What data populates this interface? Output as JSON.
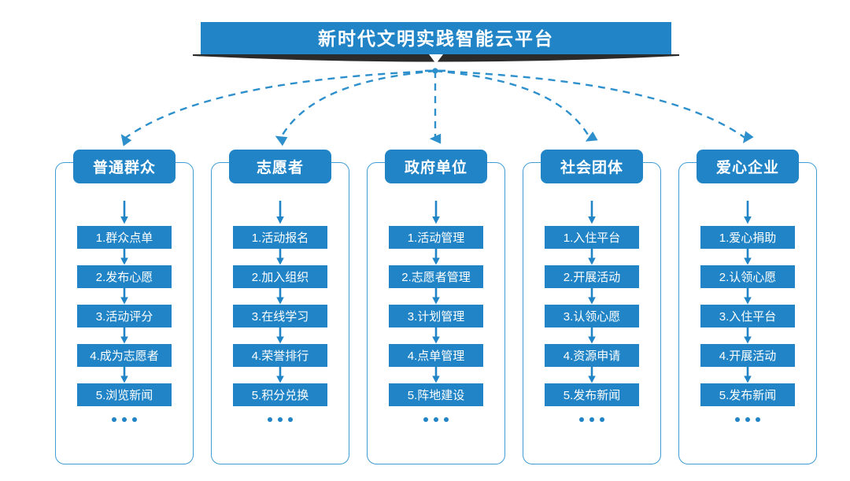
{
  "banner": {
    "title": "新时代文明实践智能云平台",
    "accent_color": "#2184c6",
    "ribbon_color": "#2b2b2b",
    "text_color": "#ffffff"
  },
  "theme": {
    "blue": "#2184c6",
    "border_blue": "#3f9bd4",
    "dashed_blue": "#2d90cc",
    "white": "#ffffff"
  },
  "ellipsis": "...",
  "columns": [
    {
      "header": "普通群众",
      "steps": [
        "1.群众点单",
        "2.发布心愿",
        "3.活动评分",
        "4.成为志愿者",
        "5.浏览新闻"
      ]
    },
    {
      "header": "志愿者",
      "steps": [
        "1.活动报名",
        "2.加入组织",
        "3.在线学习",
        "4.荣誉排行",
        "5.积分兑换"
      ]
    },
    {
      "header": "政府单位",
      "steps": [
        "1.活动管理",
        "2.志愿者管理",
        "3.计划管理",
        "4.点单管理",
        "5.阵地建设"
      ]
    },
    {
      "header": "社会团体",
      "steps": [
        "1.入住平台",
        "2.开展活动",
        "3.认领心愿",
        "4.资源申请",
        "5.发布新闻"
      ]
    },
    {
      "header": "爱心企业",
      "steps": [
        "1.爱心捐助",
        "2.认领心愿",
        "3.入住平台",
        "4.开展活动",
        "5.发布新闻"
      ]
    }
  ]
}
